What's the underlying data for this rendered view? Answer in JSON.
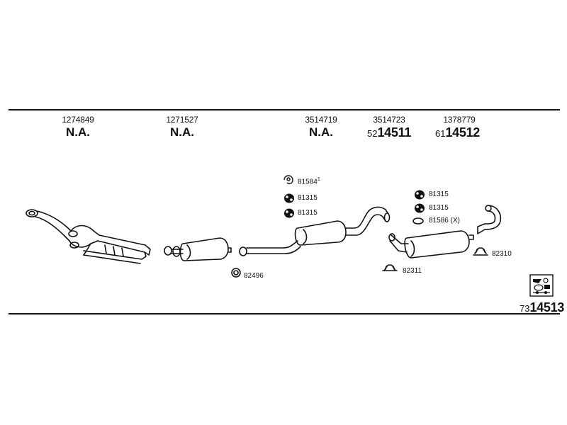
{
  "header": {
    "parts": [
      {
        "number": "1274849",
        "ref": "N.A."
      },
      {
        "number": "1271527",
        "ref": "N.A."
      },
      {
        "number": "3514719",
        "ref": "N.A."
      },
      {
        "number": "3514723",
        "ref_prefix": "52",
        "ref_main": "14511"
      },
      {
        "number": "1378779",
        "ref_prefix": "61",
        "ref_main": "14512"
      }
    ]
  },
  "callouts": {
    "c81584": "81584",
    "c81584_note": "1",
    "c81315_a": "81315",
    "c81315_b": "81315",
    "c82496": "82496",
    "c81315_c": "81315",
    "c81315_d": "81315",
    "c81586": "81586 (X)",
    "c82310": "82310",
    "c82311": "82311"
  },
  "footer": {
    "ref_prefix": "73",
    "ref_main": "14513"
  }
}
